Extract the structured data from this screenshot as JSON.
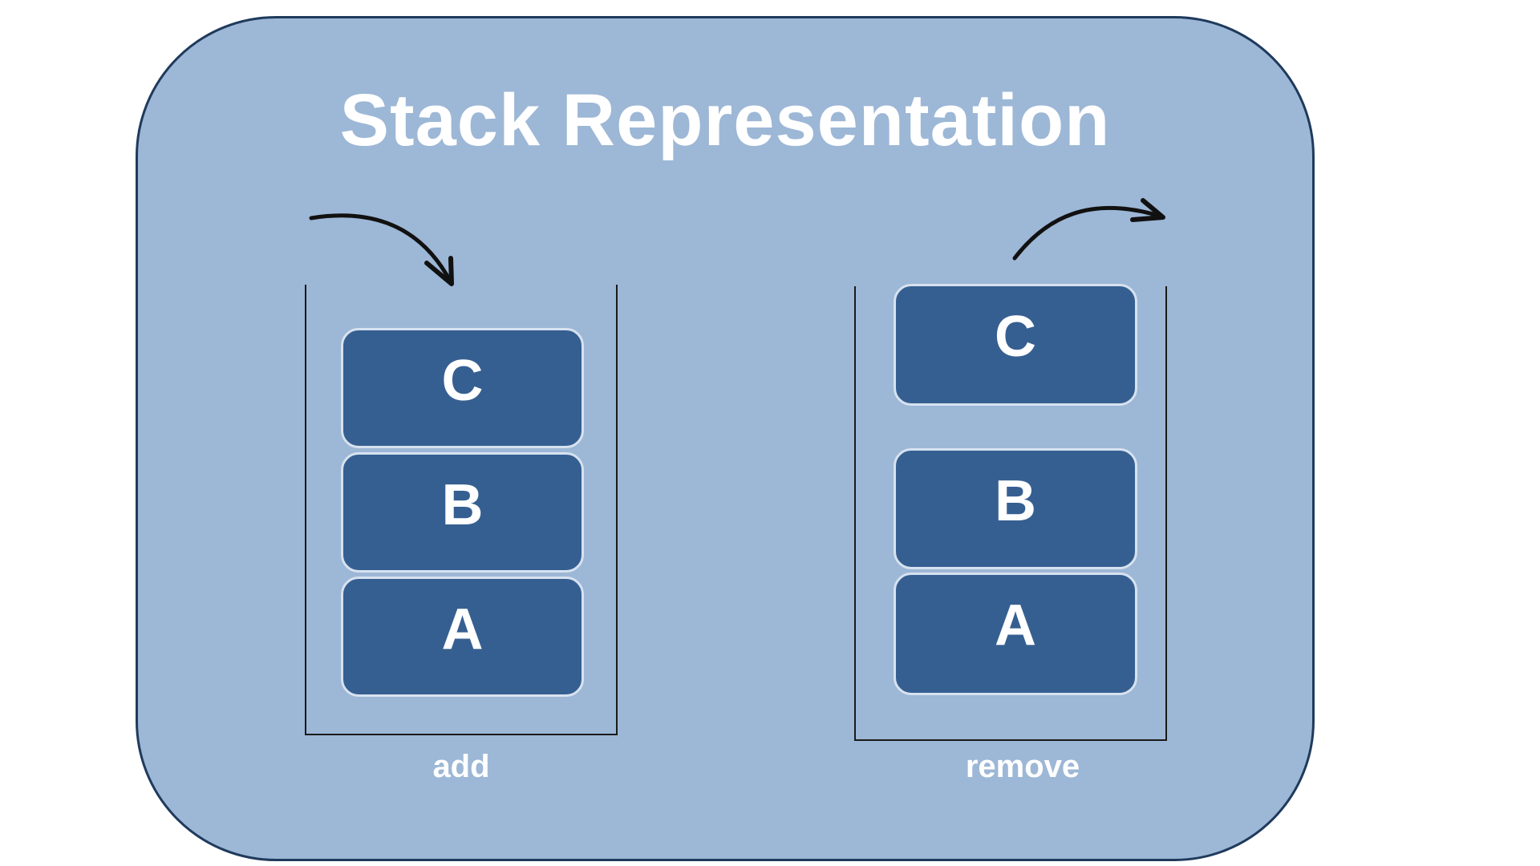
{
  "title": "Stack Representation",
  "stacks": {
    "add": {
      "caption": "add",
      "blocks": [
        "C",
        "B",
        "A"
      ]
    },
    "remove": {
      "caption": "remove",
      "blocks": [
        "C",
        "B",
        "A"
      ]
    }
  },
  "colors": {
    "panel": "#9db7d6",
    "panel_border": "#1f3a5c",
    "block": "#365f91",
    "block_border": "#d7e2f0",
    "text": "#ffffff",
    "arrow": "#111111"
  },
  "icons": {
    "push_arrow": "curved-arrow-down",
    "pop_arrow": "curved-arrow-right"
  }
}
